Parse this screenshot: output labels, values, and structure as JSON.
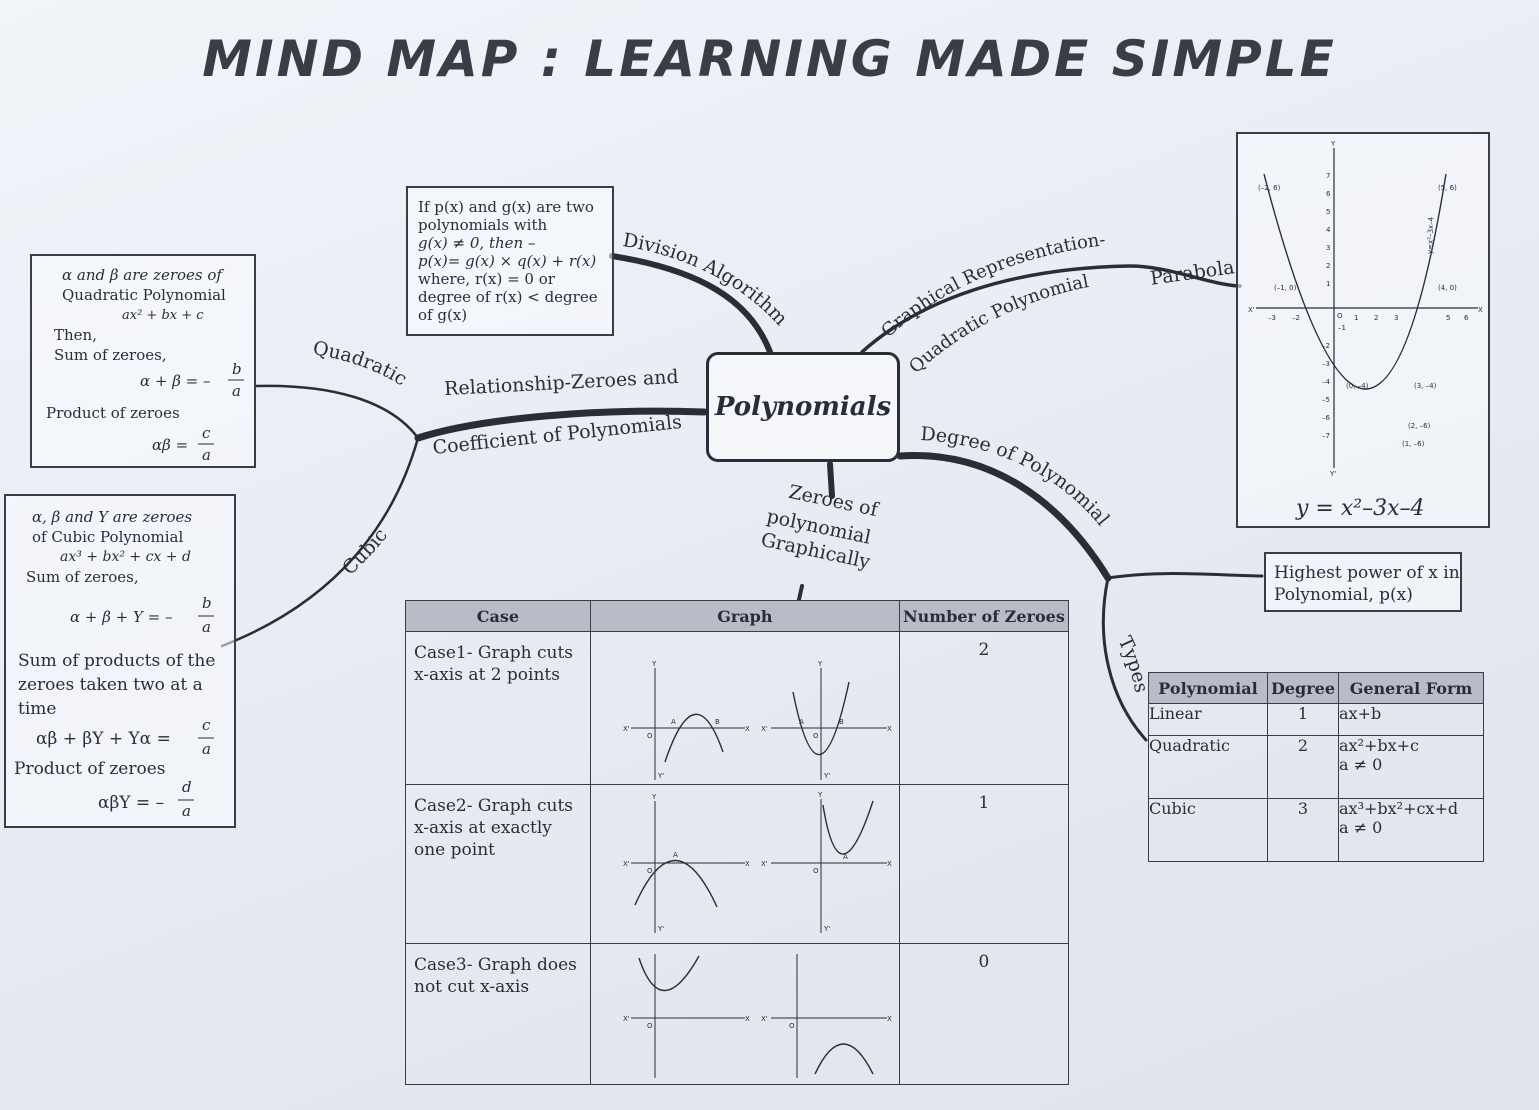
{
  "title": "MIND MAP : LEARNING MADE SIMPLE",
  "center": "Polynomials",
  "branches": {
    "division_algorithm": "Division Algorithm",
    "graphical_1": "Graphical Representation-",
    "graphical_2": "Quadratic Polynomial",
    "parabola": "Parabola",
    "relationship_1": "Relationship-Zeroes and",
    "relationship_2": "Coefficient of Polynomials",
    "quadratic": "Quadratic",
    "cubic": "Cubic",
    "degree": "Degree of Polynomial",
    "types": "Types",
    "zeroes_1": "Zeroes of",
    "zeroes_2": "polynomial",
    "zeroes_3": "Graphically"
  },
  "division_box": {
    "lines": [
      "If p(x) and g(x) are two",
      "polynomials with",
      "g(x) ≠ 0, then –",
      "p(x)= g(x) × q(x) + r(x)",
      "where, r(x) = 0 or",
      "degree of r(x) < degree",
      "of g(x)"
    ]
  },
  "quadratic_box": {
    "l1": "α and β are zeroes of",
    "l2": "Quadratic Polynomial",
    "l3": "ax² + bx + c",
    "l4": "Then,",
    "l5": "Sum of zeroes,",
    "l6": "α + β = –",
    "l6n": "b",
    "l6d": "a",
    "l7": "Product of zeroes",
    "l8": "αβ =",
    "l8n": "c",
    "l8d": "a"
  },
  "cubic_box": {
    "l1": "α, β and Υ are zeroes",
    "l2": "of Cubic Polynomial",
    "l3": "ax³ + bx² + cx + d",
    "l4": "Sum of zeroes,",
    "l5": "α + β + Υ = –",
    "l5n": "b",
    "l5d": "a",
    "l6": "Sum of products of the",
    "l7": "zeroes taken two at a",
    "l8": "time",
    "l9": "αβ + βΥ + Υα =",
    "l9n": "c",
    "l9d": "a",
    "l10": "Product of zeroes",
    "l11": "αβΥ = –",
    "l11n": "d",
    "l11d": "a"
  },
  "graph_box": {
    "equation": "y = x²–3x–4",
    "x_axis": "X",
    "x_axis_neg": "X'",
    "y_axis": "Y",
    "y_axis_neg": "Y'",
    "origin": "O",
    "curve_label": "y=x²–3x–4",
    "x_ticks": [
      "–3",
      "–2",
      "1",
      "2",
      "3",
      "5",
      "6"
    ],
    "y_ticks": [
      "7",
      "6",
      "5",
      "4",
      "3",
      "2",
      "1",
      "–1",
      "–2",
      "–3",
      "–4",
      "–5",
      "–6",
      "–7"
    ],
    "points": [
      "(–2, 6)",
      "(5, 6)",
      "(–1, 0)",
      "(4, 0)",
      "(0, –4)",
      "(3, –4)",
      "(2, –6)",
      "(1, –6)"
    ]
  },
  "degree_box": {
    "l1": "Highest power of x in",
    "l2": "Polynomial, p(x)"
  },
  "zeroes_table": {
    "headers": [
      "Case",
      "Graph",
      "Number of Zeroes"
    ],
    "rows": [
      {
        "case": "Case1- Graph cuts x-axis at 2 points",
        "zeroes": "2"
      },
      {
        "case": "Case2- Graph cuts x-axis at exactly one point",
        "zeroes": "1"
      },
      {
        "case": "Case3- Graph does not cut x-axis",
        "zeroes": "0"
      }
    ]
  },
  "mini_graph_labels": {
    "x": "X",
    "xn": "X'",
    "y": "Y",
    "yn": "Y'",
    "o": "O",
    "a": "A",
    "b": "B"
  },
  "types_table": {
    "headers": [
      "Polynomial",
      "Degree",
      "General Form"
    ],
    "rows": [
      {
        "name": "Linear",
        "degree": "1",
        "form": "ax+b",
        "cond": ""
      },
      {
        "name": "Quadratic",
        "degree": "2",
        "form": "ax²+bx+c",
        "cond": "a ≠ 0"
      },
      {
        "name": "Cubic",
        "degree": "3",
        "form": "ax³+bx²+cx+d",
        "cond": "a ≠ 0"
      }
    ]
  }
}
